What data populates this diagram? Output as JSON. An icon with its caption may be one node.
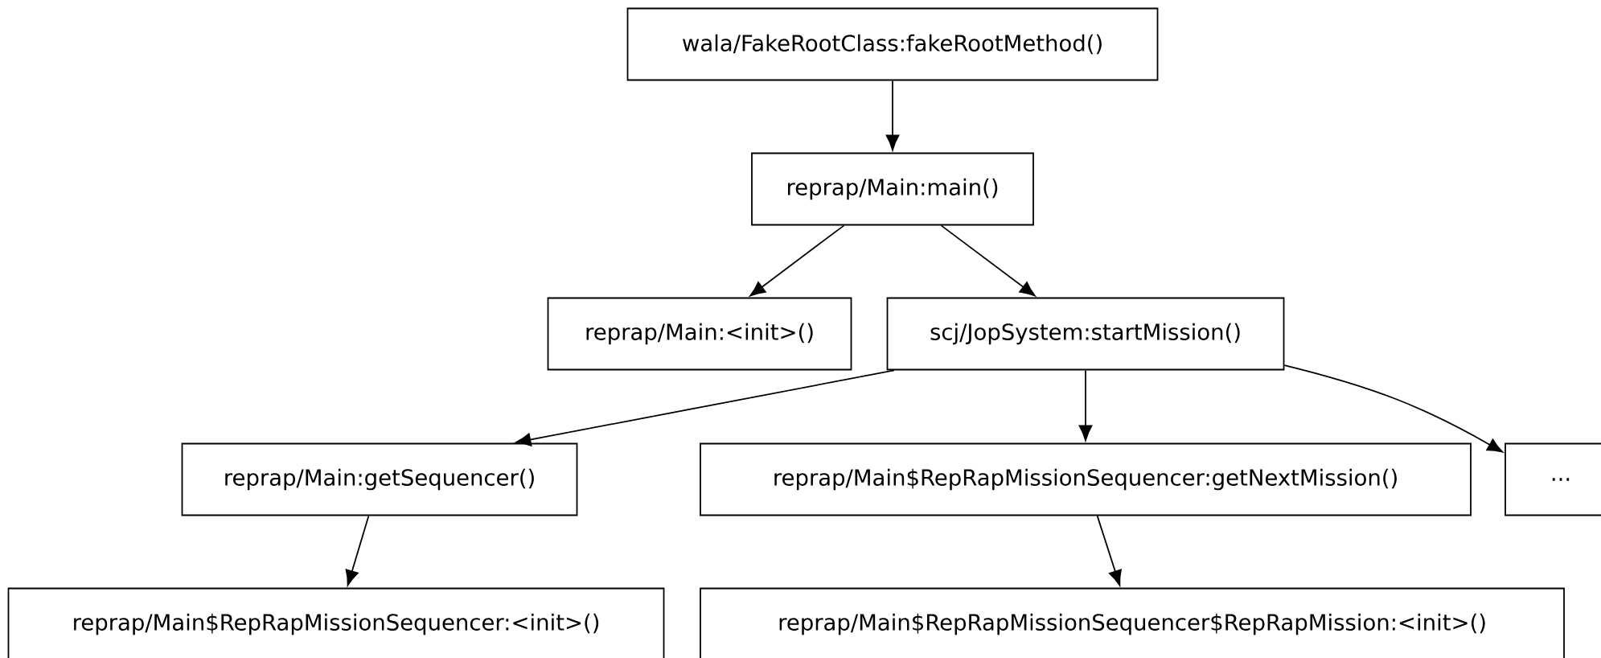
{
  "diagram": {
    "nodes": [
      {
        "text": [
          "wala/FakeRootClass:fakeRootMethod()"
        ]
      },
      {
        "text": [
          "reprap/Main:main()"
        ]
      },
      {
        "text": [
          "reprap/Main:<init>()"
        ]
      },
      {
        "text": [
          "scj/JopSystem:startMission()"
        ]
      },
      {
        "text": [
          "reprap/Main:getSequencer()"
        ]
      },
      {
        "text": [
          "reprap/Main$RepRapMissionSequencer:getNextMission()"
        ]
      },
      {
        "text": [
          "..."
        ]
      },
      {
        "text": [
          "reprap/Main$RepRapMissionSequencer:<init>()"
        ]
      },
      {
        "text": [
          "reprap/Main$RepRapMissionSequencer$RepRapMission:<init>()"
        ]
      }
    ],
    "edges": [
      {
        "from": 0,
        "to": 1,
        "arrow": "to"
      },
      {
        "from": 1,
        "to": 2,
        "arrow": "to"
      },
      {
        "from": 1,
        "to": 3,
        "arrow": "to"
      },
      {
        "from": 3,
        "to": 4,
        "arrow": "to"
      },
      {
        "from": 3,
        "to": 5,
        "arrow": "to"
      },
      {
        "from": 3,
        "to": 6,
        "arrow": "to"
      },
      {
        "from": 4,
        "to": 7,
        "arrow": "to"
      },
      {
        "from": 5,
        "to": 8,
        "arrow": "to"
      }
    ]
  }
}
